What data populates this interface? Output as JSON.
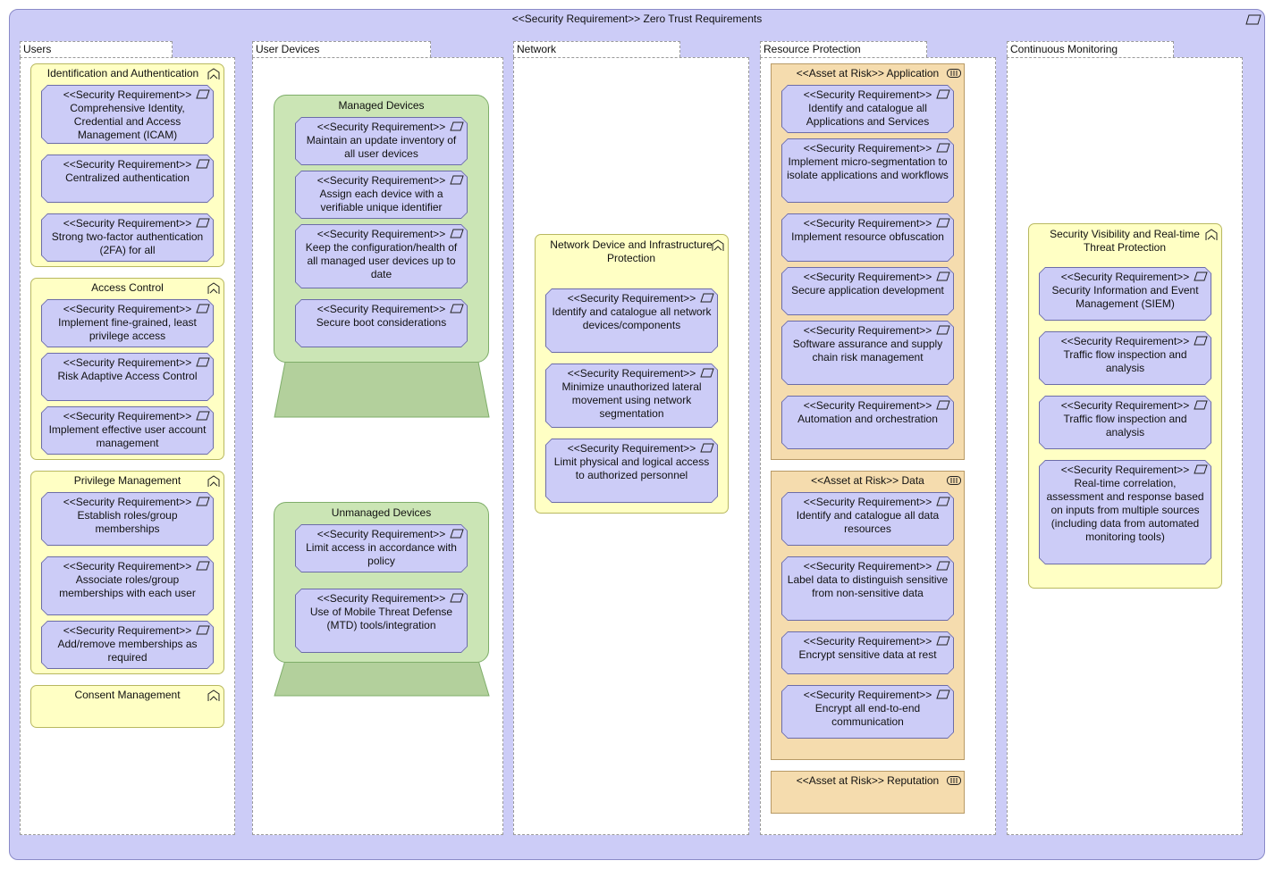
{
  "diagram": {
    "title": "<<Security Requirement>> Zero Trust Requirements",
    "stereotype": "<<Security Requirement>>",
    "lanes": [
      {
        "label": "Users"
      },
      {
        "label": "User Devices"
      },
      {
        "label": "Network"
      },
      {
        "label": "Resource Protection"
      },
      {
        "label": "Continuous Monitoring"
      }
    ],
    "groups": {
      "identification": {
        "title": "Identification and Authentication"
      },
      "access_control": {
        "title": "Access Control"
      },
      "privilege": {
        "title": "Privilege Management"
      },
      "consent": {
        "title": "Consent Management"
      },
      "network_protection": {
        "title": "Network Device and Infrastructure Protection"
      },
      "visibility": {
        "title": "Security Visibility and Real-time Threat Protection"
      }
    },
    "devices": {
      "managed": {
        "title": "Managed Devices"
      },
      "unmanaged": {
        "title": "Unmanaged Devices"
      }
    },
    "assets": {
      "application": {
        "title": "<<Asset at Risk>>  Application"
      },
      "data": {
        "title": "<<Asset at Risk>>   Data"
      },
      "reputation": {
        "title": "<<Asset at Risk>>  Reputation"
      }
    },
    "requirements": {
      "icam": "Comprehensive Identity, Credential and Access Management (ICAM)",
      "central_auth": "Centralized authentication",
      "two_factor": "Strong two-factor authentication (2FA) for all",
      "least_priv": "Implement fine-grained, least privilege access",
      "risk_adaptive": "Risk Adaptive Access Control",
      "user_account": "Implement effective user account management",
      "roles": "Establish roles/group memberships",
      "assoc_roles": "Associate roles/group memberships with each user",
      "add_remove": "Add/remove memberships as required",
      "inventory": "Maintain an update inventory of all user devices",
      "unique_id": "Assign each device with a verifiable unique identifier",
      "config_health": "Keep the configuration/health of all managed user devices up to date",
      "secure_boot": "Secure boot considerations",
      "limit_access": "Limit access in accordance with policy",
      "mtd": "Use of Mobile Threat Defense (MTD) tools/integration",
      "net_catalogue": "Identify and catalogue all network devices/components",
      "lateral": "Minimize unauthorized lateral movement using network segmentation",
      "physical": "Limit physical and logical access to authorized personnel",
      "app_catalogue": "Identify and catalogue all Applications and Services",
      "micro_seg": "Implement micro-segmentation to isolate applications and workflows",
      "obfuscation": "Implement resource obfuscation",
      "secure_dev": "Secure application development",
      "supply_chain": "Software assurance and supply chain risk management",
      "automation": "Automation and orchestration",
      "data_catalogue": "Identify and catalogue all data resources",
      "label_data": "Label data to distinguish sensitive from non-sensitive data",
      "encrypt_rest": "Encrypt sensitive data at rest",
      "encrypt_e2e": "Encrypt all end-to-end communication",
      "siem": "Security Information and Event Management (SIEM)",
      "traffic1": "Traffic flow inspection and analysis",
      "traffic2": "Traffic flow inspection and analysis",
      "correlation": "Real-time correlation, assessment and response based on inputs from multiple sources (including data from automated monitoring tools)"
    }
  },
  "colors": {
    "requirement_fill": "#ccccf7",
    "group_fill": "#ffffc4",
    "device_fill": "#cbe5b5",
    "asset_fill": "#f5dcae"
  }
}
